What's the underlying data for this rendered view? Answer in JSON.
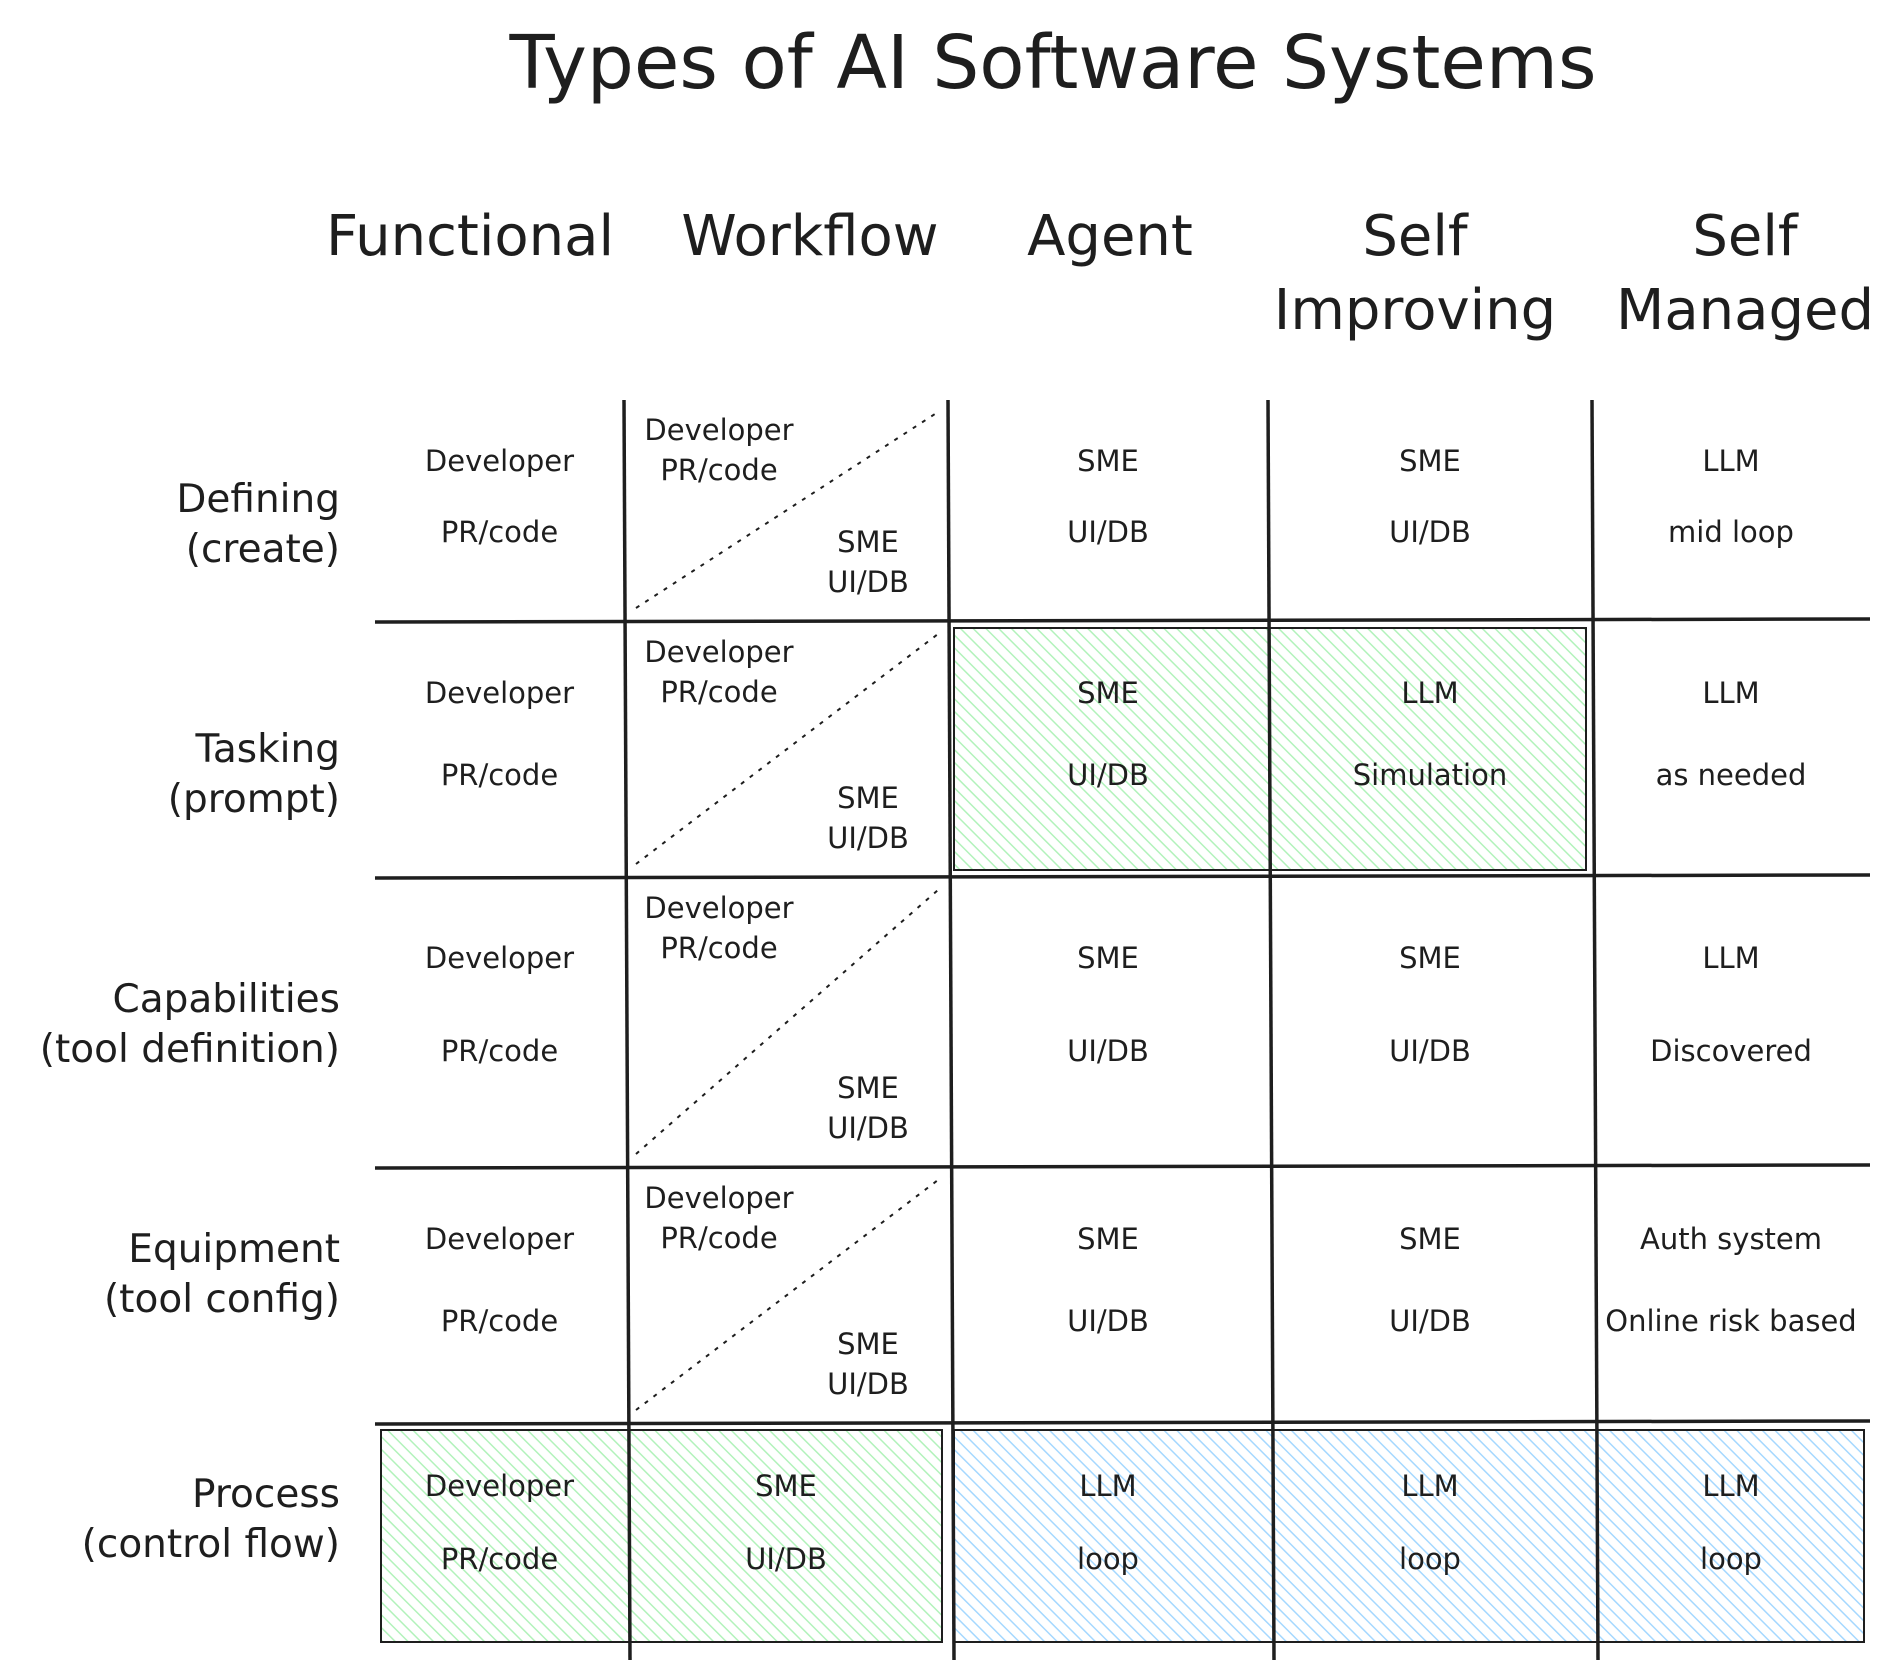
{
  "title": "Types of AI Software Systems",
  "columns": [
    "Functional",
    "Workflow",
    "Agent",
    "Self\nImproving",
    "Self\nManaged"
  ],
  "rows": [
    {
      "label": "Defining\n(create)",
      "cells": [
        {
          "top": "Developer",
          "bottom": "PR/code"
        },
        {
          "top": "Developer\nPR/code",
          "bottom": "SME\nUI/DB"
        },
        {
          "top": "SME",
          "bottom": "UI/DB"
        },
        {
          "top": "SME",
          "bottom": "UI/DB"
        },
        {
          "top": "LLM",
          "bottom": "mid loop"
        }
      ]
    },
    {
      "label": "Tasking\n(prompt)",
      "cells": [
        {
          "top": "Developer",
          "bottom": "PR/code"
        },
        {
          "top": "Developer\nPR/code",
          "bottom": "SME\nUI/DB"
        },
        {
          "top": "SME",
          "bottom": "UI/DB"
        },
        {
          "top": "LLM",
          "bottom": "Simulation"
        },
        {
          "top": "LLM",
          "bottom": "as needed"
        }
      ]
    },
    {
      "label": "Capabilities\n(tool definition)",
      "cells": [
        {
          "top": "Developer",
          "bottom": "PR/code"
        },
        {
          "top": "Developer\nPR/code",
          "bottom": "SME\nUI/DB"
        },
        {
          "top": "SME",
          "bottom": "UI/DB"
        },
        {
          "top": "SME",
          "bottom": "UI/DB"
        },
        {
          "top": "LLM",
          "bottom": "Discovered"
        }
      ]
    },
    {
      "label": "Equipment\n(tool config)",
      "cells": [
        {
          "top": "Developer",
          "bottom": "PR/code"
        },
        {
          "top": "Developer\nPR/code",
          "bottom": "SME\nUI/DB"
        },
        {
          "top": "SME",
          "bottom": "UI/DB"
        },
        {
          "top": "SME",
          "bottom": "UI/DB"
        },
        {
          "top": "Auth system",
          "bottom": "Online risk based"
        }
      ]
    },
    {
      "label": "Process\n(control flow)",
      "cells": [
        {
          "top": "Developer",
          "bottom": "PR/code"
        },
        {
          "top": "SME",
          "bottom": "UI/DB"
        },
        {
          "top": "LLM",
          "bottom": "loop"
        },
        {
          "top": "LLM",
          "bottom": "loop"
        },
        {
          "top": "LLM",
          "bottom": "loop"
        }
      ]
    }
  ],
  "highlights": [
    {
      "color": "green",
      "row": 1,
      "col_from": 2,
      "col_to": 3
    },
    {
      "color": "green",
      "row": 4,
      "col_from": 0,
      "col_to": 1
    },
    {
      "color": "blue",
      "row": 4,
      "col_from": 2,
      "col_to": 4
    }
  ],
  "colors": {
    "green": "#b2f2bb",
    "blue": "#a5d8ff",
    "ink": "#1e1e1e"
  }
}
